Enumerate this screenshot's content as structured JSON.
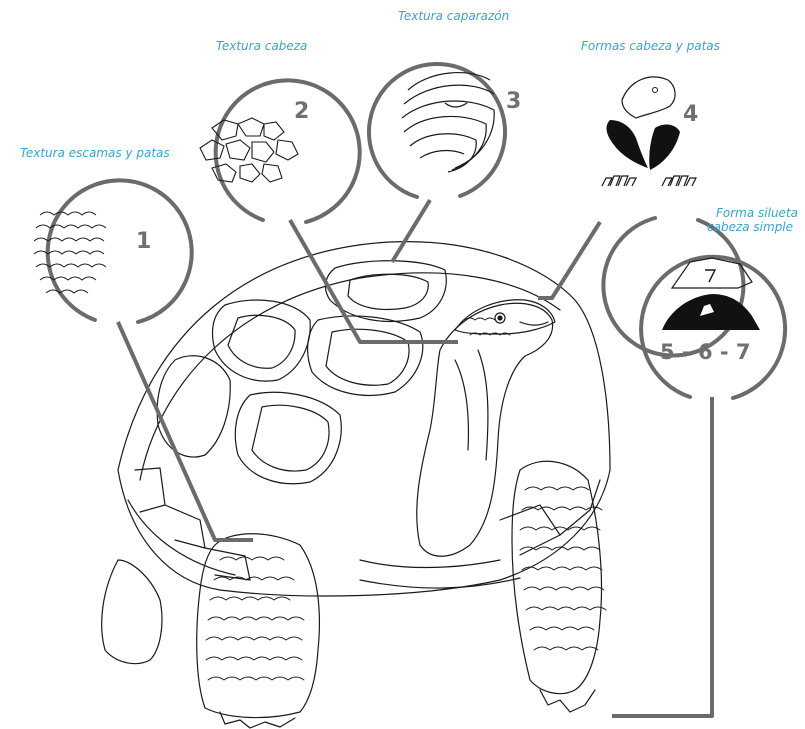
{
  "colors": {
    "caption": "#3aa3c9",
    "number": "#707070",
    "connector": "#6b6b6b",
    "ink": "#1a1a1a"
  },
  "callouts": [
    {
      "id": "1",
      "caption": "Textura escamas y patas",
      "number": "1",
      "icon": "scales-texture-icon"
    },
    {
      "id": "2",
      "caption": "Textura cabeza",
      "number": "2",
      "icon": "head-texture-icon"
    },
    {
      "id": "3",
      "caption": "Textura caparazón",
      "number": "3",
      "icon": "shell-texture-icon"
    },
    {
      "id": "4",
      "caption": "Formas cabeza y patas",
      "number": "4",
      "icon": "head-legs-shapes-icon"
    },
    {
      "id": "5",
      "caption_lines": [
        "Forma silueta",
        "cabeza simple"
      ],
      "number": "5 - 6 - 7",
      "icon": "head-silhouette-icon"
    }
  ],
  "illustration": "giant-tortoise-drawing"
}
